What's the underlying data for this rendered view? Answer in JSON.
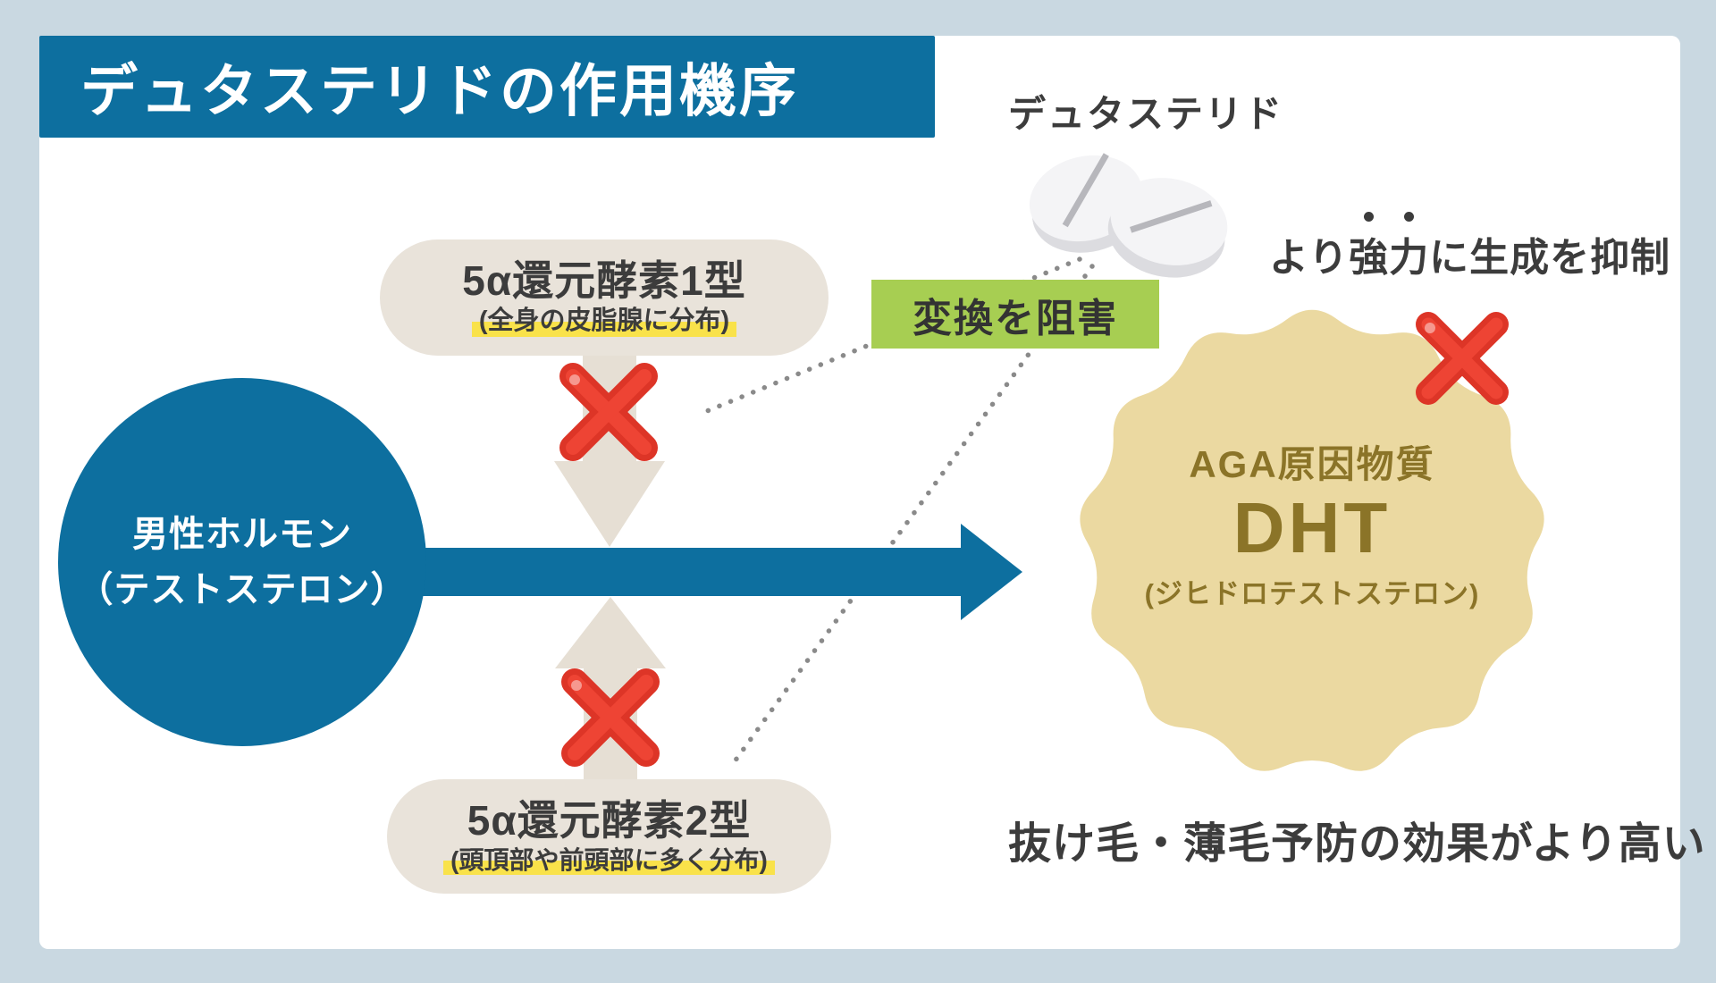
{
  "title": "デュタステリドの作用機序",
  "drug_label": "デュタステリド",
  "hormone_circle": {
    "line1": "男性ホルモン",
    "line2": "（テストステロン）"
  },
  "enzyme_type1": {
    "name": "5α還元酵素1型",
    "location": "(全身の皮脂腺に分布)"
  },
  "enzyme_type2": {
    "name": "5α還元酵素2型",
    "location": "(頭頂部や前頭部に多く分布)"
  },
  "inhibit_box_label": "変換を阻害",
  "suppress_note": {
    "prefix": "より",
    "emphasis": "強力",
    "suffix": "に生成を抑制"
  },
  "dht_burst": {
    "label": "AGA原因物質",
    "name": "DHT",
    "reading": "(ジヒドロテストステロン)"
  },
  "bottom_note": "抜け毛・薄毛予防の効果がより高い",
  "colors": {
    "background": "#c9d8e1",
    "card": "#ffffff",
    "primary_blue": "#0d6f9f",
    "beige_box": "#e9e3da",
    "beige_arrow": "#e6dfd4",
    "highlight_yellow": "#f9e24a",
    "inhibit_green": "#a7ce52",
    "burst_tan": "#ebd9a1",
    "burst_text_olive": "#8b7428",
    "x_mark_red": "#e23b2e",
    "text_dark": "#3c3c3c"
  }
}
